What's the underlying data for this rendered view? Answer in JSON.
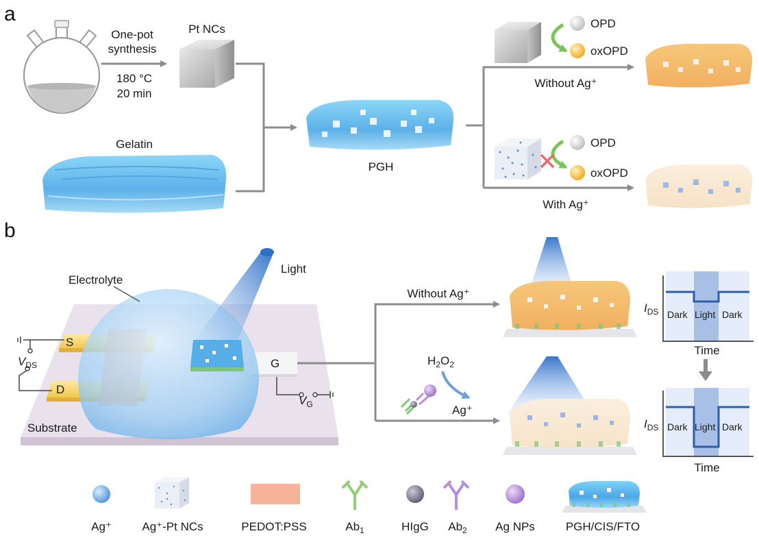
{
  "panel_a": {
    "letter": "a",
    "synthesis_line1": "One-pot",
    "synthesis_line2": "synthesis",
    "temperature": "180 °C",
    "time": "20 min",
    "pt_ncs": "Pt NCs",
    "gelatin": "Gelatin",
    "pgh": "PGH",
    "without_ag": "Without Ag⁺",
    "with_ag": "With Ag⁺",
    "opd": "OPD",
    "oxopd": "oxOPD"
  },
  "panel_b": {
    "letter": "b",
    "electrolyte": "Electrolyte",
    "light": "Light",
    "source": "S",
    "drain": "D",
    "gate": "G",
    "vds_main": "V",
    "vds_sub": "DS",
    "vg_main": "V",
    "vg_sub": "G",
    "substrate": "Substrate",
    "without_ag": "Without Ag⁺",
    "h2o2_main": "H",
    "h2o2_sub1": "2",
    "h2o2_o": "O",
    "h2o2_sub2": "2",
    "ag_ion": "Ag⁺",
    "ids_main": "I",
    "ids_sub": "DS",
    "dark": "Dark",
    "light_label": "Light",
    "time": "Time"
  },
  "legend": {
    "items": [
      "Ag⁺",
      "Ag⁺-Pt NCs",
      "PEDOT:PSS",
      "Ab",
      "HIgG",
      "Ab",
      "Ag NPs",
      "PGH/CIS/FTO"
    ],
    "ab1_sub": "1",
    "ab2_sub": "2"
  },
  "colors": {
    "arrow": "#8c8c8c",
    "gel_blue": "#5cb4ec",
    "gel_orange": "#f3b867",
    "curve_blue": "#2f5da8",
    "light_band": "#a9c0e6"
  }
}
